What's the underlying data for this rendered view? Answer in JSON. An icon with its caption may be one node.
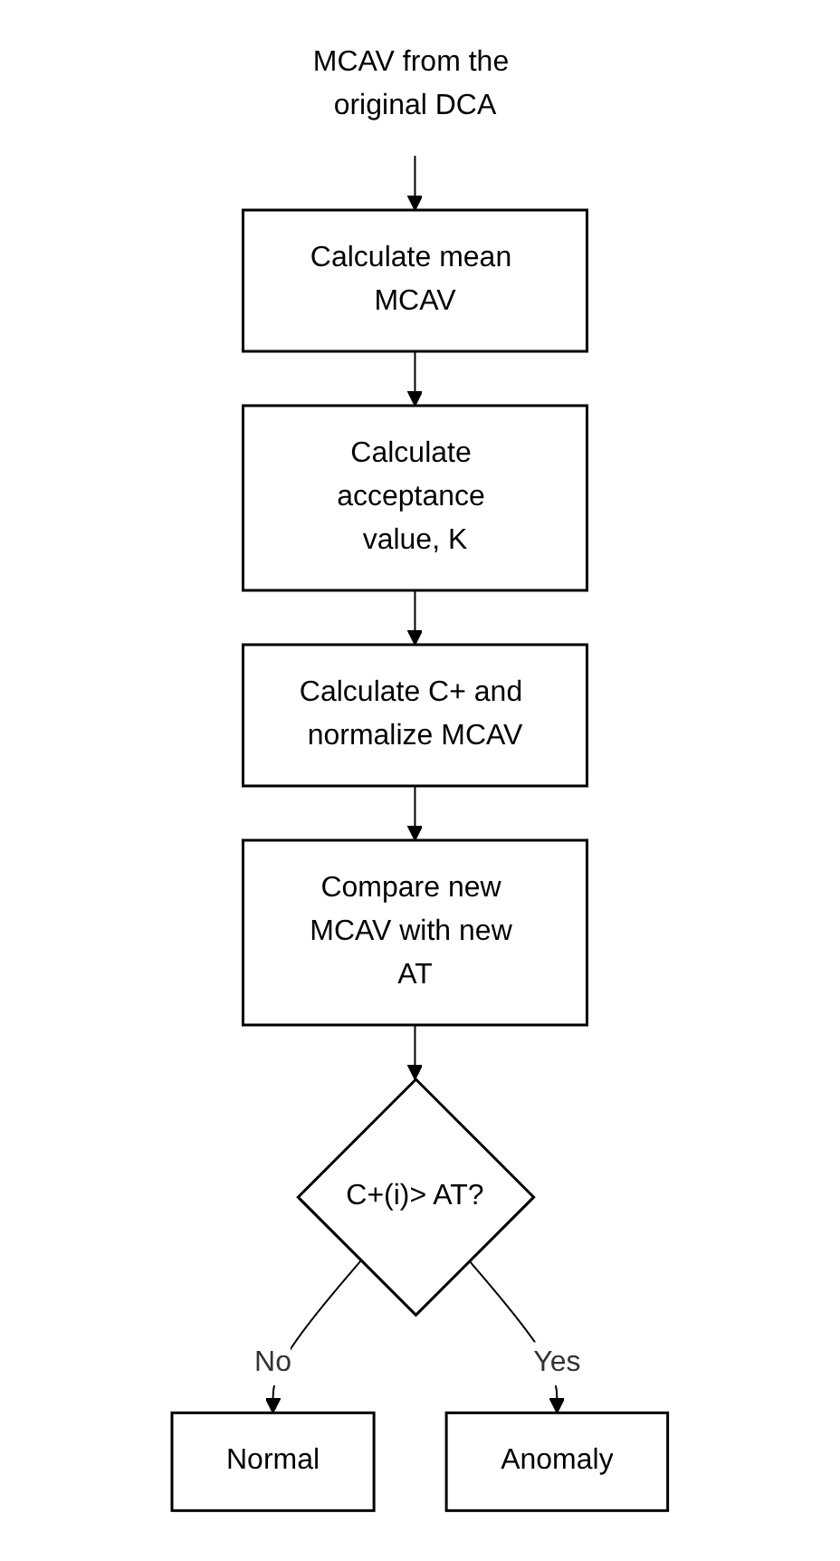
{
  "diagram": {
    "nodes": [
      {
        "text": [
          "MCAV from the original DCA"
        ]
      },
      {
        "text": [
          "Calculate mean MCAV"
        ]
      },
      {
        "text": [
          "Calculate acceptance value, K"
        ]
      },
      {
        "text": [
          "Calculate C+ and normalize MCAV"
        ]
      },
      {
        "text": [
          "Compare new MCAV with new AT"
        ]
      },
      {
        "text": [
          "C+(i)> AT?"
        ]
      },
      {
        "text": [
          "Normal"
        ]
      },
      {
        "text": [
          "Anomaly"
        ]
      }
    ],
    "edges": [
      {
        "from": 0,
        "to": 1,
        "arrow": "to"
      },
      {
        "from": 1,
        "to": 2,
        "arrow": "to"
      },
      {
        "from": 2,
        "to": 3,
        "arrow": "to"
      },
      {
        "from": 3,
        "to": 4,
        "arrow": "to"
      },
      {
        "from": 4,
        "to": 5,
        "arrow": "to"
      },
      {
        "from": 5,
        "to": 6,
        "arrow": "to",
        "label": "No"
      },
      {
        "from": 5,
        "to": 7,
        "arrow": "to",
        "label": "Yes"
      }
    ]
  }
}
